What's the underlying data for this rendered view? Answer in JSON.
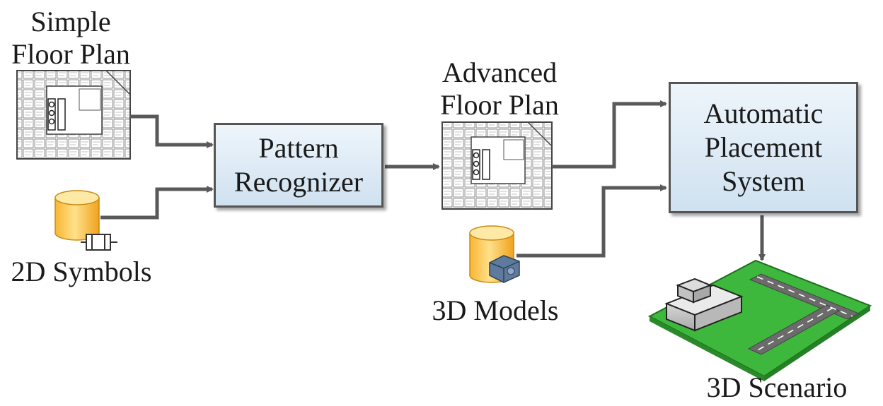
{
  "inputs": {
    "simple_floor_plan": [
      "Simple",
      "Floor Plan"
    ],
    "symbols_2d": "2D Symbols"
  },
  "processes": {
    "pattern_recognizer": [
      "Pattern",
      "Recognizer"
    ],
    "automatic_placement": [
      "Automatic",
      "Placement",
      "System"
    ]
  },
  "intermediate": {
    "advanced_floor_plan": [
      "Advanced",
      "Floor Plan"
    ],
    "models_3d": "3D Models"
  },
  "output": {
    "scenario_3d": "3D Scenario"
  },
  "colors": {
    "box_fill_top": "#eef5fb",
    "box_fill_bottom": "#cfe1f0",
    "box_border": "#555555",
    "arrow": "#595959",
    "database": "#f5c542",
    "ground": "#3db83d",
    "road": "#6b6b6b"
  },
  "icons": [
    "floor-plan-icon",
    "database-icon",
    "connector-icon",
    "3d-model-icon",
    "3d-scene-icon"
  ]
}
